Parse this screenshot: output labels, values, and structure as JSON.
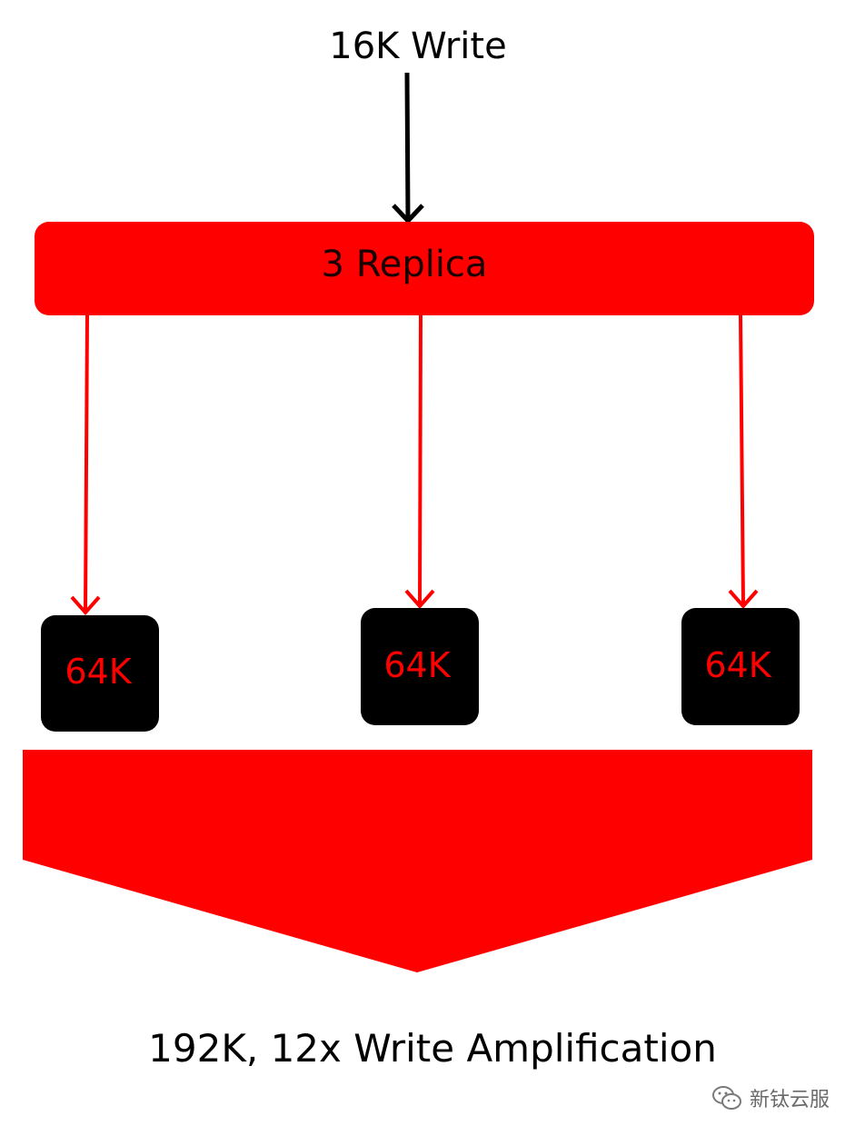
{
  "diagram": {
    "input_label": "16K Write",
    "replica_label": "3 Replica",
    "blocks": [
      {
        "label": "64K"
      },
      {
        "label": "64K"
      },
      {
        "label": "64K"
      }
    ],
    "result_label": "192K, 12x Write Amplification"
  },
  "watermark": {
    "text": "新钛云服",
    "icon": "wechat-icon"
  },
  "colors": {
    "accent": "#ff0000",
    "block_fill": "#000000",
    "text": "#000000",
    "background": "#ffffff"
  }
}
